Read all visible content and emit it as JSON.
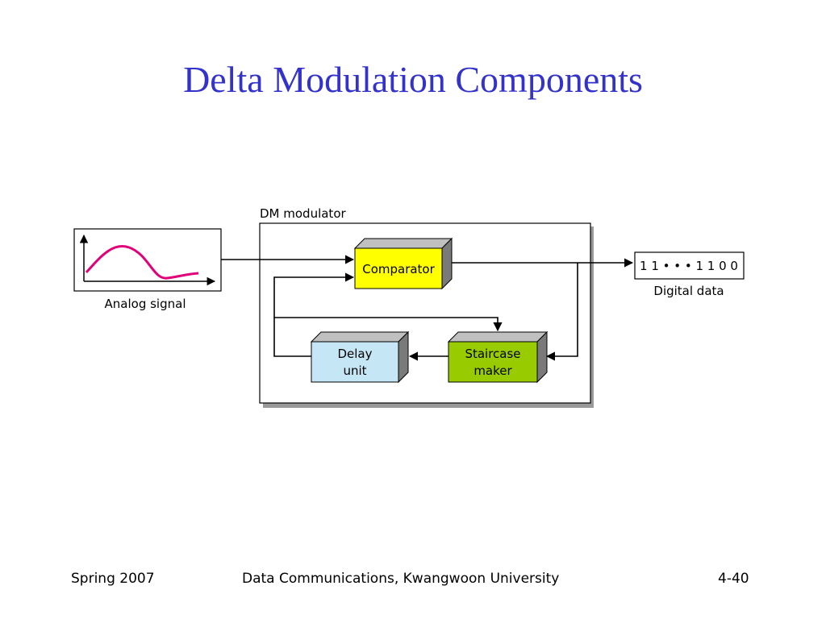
{
  "slide": {
    "title": "Delta Modulation Components"
  },
  "diagram": {
    "modulator_label": "DM modulator",
    "analog_label": "Analog signal",
    "comparator_label": "Comparator",
    "delay_line1": "Delay",
    "delay_line2": "unit",
    "staircase_line1": "Staircase",
    "staircase_line2": "maker",
    "digital_bits": "1 1 • • • 1 1 0 0",
    "digital_label": "Digital data",
    "colors": {
      "comparator": "#ffff00",
      "delay": "#c5e6f5",
      "staircase": "#99cc00",
      "waveform": "#e0007a",
      "title": "#3333cc"
    }
  },
  "footer": {
    "left": "Spring 2007",
    "center": "Data Communications, Kwangwoon University",
    "right": "4-40"
  }
}
